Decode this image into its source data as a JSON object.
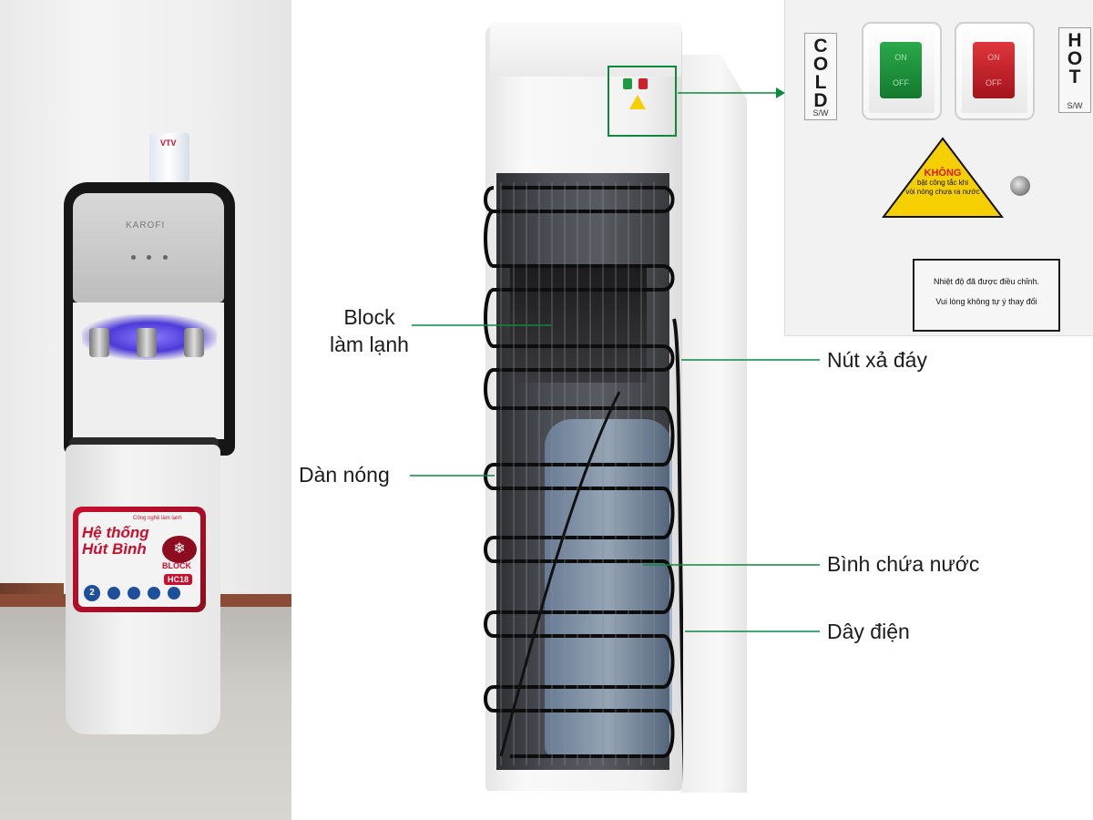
{
  "left_photo": {
    "cup_text": "VTV",
    "brand": "KAROFI",
    "promo_small": "Công nghệ làm lạnh",
    "promo_title_1": "Hệ thống",
    "promo_title_2": "Hút Bình",
    "promo_tag": "BLOCK",
    "promo_model": "HC18",
    "promo_badge": "2"
  },
  "zoom": {
    "cold_plate": {
      "letters": [
        "C",
        "O",
        "L",
        "D"
      ],
      "sw": "S/W"
    },
    "hot_plate": {
      "letters": [
        "H",
        "O",
        "T"
      ],
      "sw": "S/W"
    },
    "cold_switch": {
      "on": "ON",
      "off": "OFF",
      "color": "#1f9a3f"
    },
    "hot_switch": {
      "on": "ON",
      "off": "OFF",
      "color": "#d2202a"
    },
    "warning": {
      "title": "KHÔNG",
      "line1": "bật công tắc khi",
      "line2": "vòi nóng chưa ra nước"
    },
    "notice": {
      "line1": "Nhiệt độ đã được điều chỉnh.",
      "line2": "Vui lòng không tự ý thay đổi"
    }
  },
  "callouts": {
    "block": [
      "Block",
      "làm lạnh"
    ],
    "dan_nong": "Dàn nóng",
    "nut_xa_day": "Nút xả đáy",
    "binh_chua_nuoc": "Bình chứa nước",
    "day_dien": "Dây điện"
  },
  "colors": {
    "callout_line": "#0c8a3c",
    "warning_yellow": "#f5cf00",
    "promo_red": "#c8102e"
  }
}
